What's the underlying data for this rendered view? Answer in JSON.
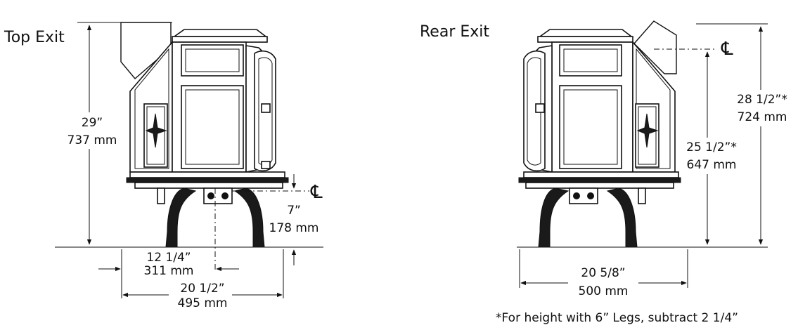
{
  "top_exit": {
    "title": "Top Exit",
    "height_in": "29”",
    "height_mm": "737 mm",
    "centerline": "℄",
    "leg_height_in": "7”",
    "leg_height_mm": "178 mm",
    "offset_in": "12 1/4”",
    "offset_mm": "311 mm",
    "width_in": "20 1/2”",
    "width_mm": "495 mm"
  },
  "rear_exit": {
    "title": "Rear Exit",
    "centerline": "℄",
    "total_height_in": "28 1/2”*",
    "total_height_mm": "724 mm",
    "flue_height_in": "25 1/2”*",
    "flue_height_mm": "647 mm",
    "width_in": "20  5/8”",
    "width_mm": "500 mm"
  },
  "footnote": "*For height with 6” Legs, subtract 2 1/4”"
}
